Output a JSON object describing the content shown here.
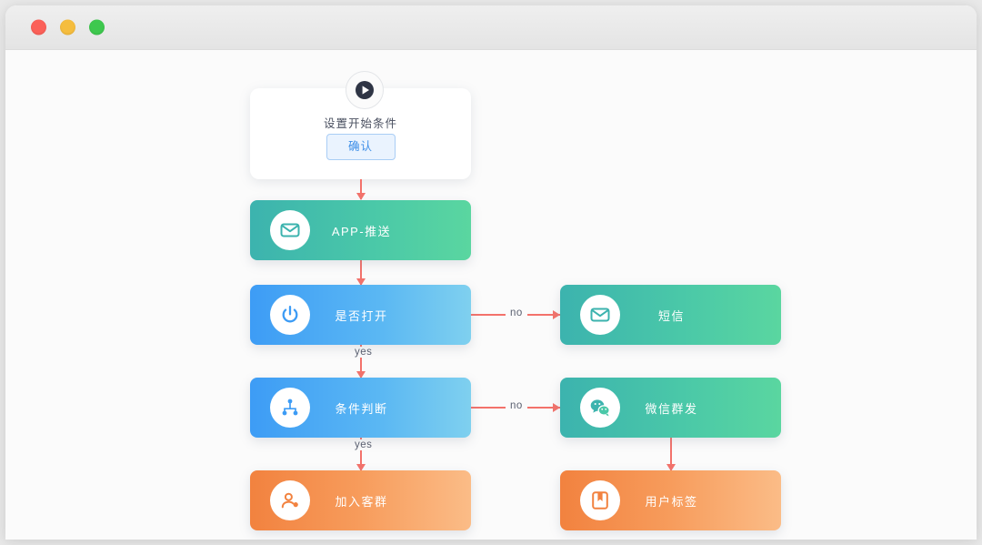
{
  "window": {
    "lights": [
      {
        "name": "close",
        "color": "#fb6058"
      },
      {
        "name": "minimize",
        "color": "#f5bd3e"
      },
      {
        "name": "maximize",
        "color": "#3ec84e"
      }
    ]
  },
  "start": {
    "icon": "play-circle-icon",
    "title": "设置开始条件",
    "button_label": "确认"
  },
  "nodes": [
    {
      "id": "app-push",
      "label": "APP-推送",
      "icon": "envelope-icon",
      "theme": "teal",
      "column": "left",
      "row": 1
    },
    {
      "id": "is-opened",
      "label": "是否打开",
      "icon": "power-icon",
      "theme": "blue",
      "column": "left",
      "row": 2
    },
    {
      "id": "sms",
      "label": "短信",
      "icon": "envelope-icon",
      "theme": "teal",
      "column": "right",
      "row": 2
    },
    {
      "id": "condition",
      "label": "条件判断",
      "icon": "sitemap-icon",
      "theme": "blue",
      "column": "left",
      "row": 3
    },
    {
      "id": "wechat-blast",
      "label": "微信群发",
      "icon": "wechat-icon",
      "theme": "teal",
      "column": "right",
      "row": 3
    },
    {
      "id": "join-group",
      "label": "加入客群",
      "icon": "user-add-icon",
      "theme": "orange",
      "column": "left",
      "row": 4
    },
    {
      "id": "user-tag",
      "label": "用户标签",
      "icon": "bookmark-icon",
      "theme": "orange",
      "column": "right",
      "row": 4
    }
  ],
  "edges": [
    {
      "from": "start",
      "to": "app-push",
      "label": ""
    },
    {
      "from": "app-push",
      "to": "is-opened",
      "label": ""
    },
    {
      "from": "is-opened",
      "to": "sms",
      "label": "no"
    },
    {
      "from": "is-opened",
      "to": "condition",
      "label": "yes"
    },
    {
      "from": "condition",
      "to": "wechat-blast",
      "label": "no"
    },
    {
      "from": "condition",
      "to": "join-group",
      "label": "yes"
    },
    {
      "from": "wechat-blast",
      "to": "user-tag",
      "label": ""
    }
  ],
  "colors": {
    "connector": "#f3726b",
    "teal_start": "#3cb3ae",
    "teal_end": "#5ad6a0",
    "blue_start": "#3d9cf5",
    "blue_end": "#7fd0ef",
    "orange_start": "#f2823f",
    "orange_end": "#fbbc87",
    "accent_blue": "#3d8ee8"
  }
}
